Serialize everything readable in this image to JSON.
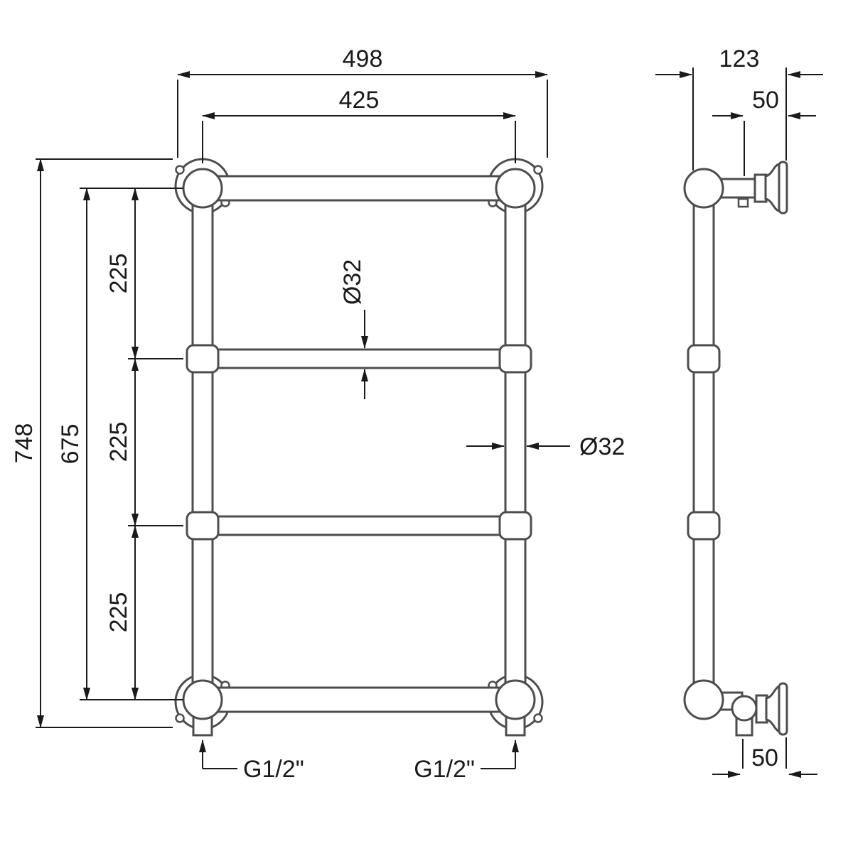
{
  "drawing": {
    "type": "technical-dimension-drawing",
    "subject": "traditional ladder towel rail, front view and side view",
    "front_view": {
      "dim_width_overall": "498",
      "dim_width_centers": "425",
      "dim_height_overall": "748",
      "dim_height_centers": "675",
      "dim_rung_spacing_top": "225",
      "dim_rung_spacing_middle": "225",
      "dim_rung_spacing_bottom": "225",
      "dim_rail_diameter": "Ø32",
      "dim_post_diameter": "Ø32",
      "label_inlet_left": "G1/2\"",
      "label_inlet_right": "G1/2\""
    },
    "side_view": {
      "dim_depth_overall": "123",
      "dim_bracket_offset_top": "50",
      "dim_bracket_offset_bottom": "50"
    },
    "colors": {
      "background": "#ffffff",
      "product_line": "#4d4d4d",
      "dimension_line": "#1a1a1a"
    }
  }
}
